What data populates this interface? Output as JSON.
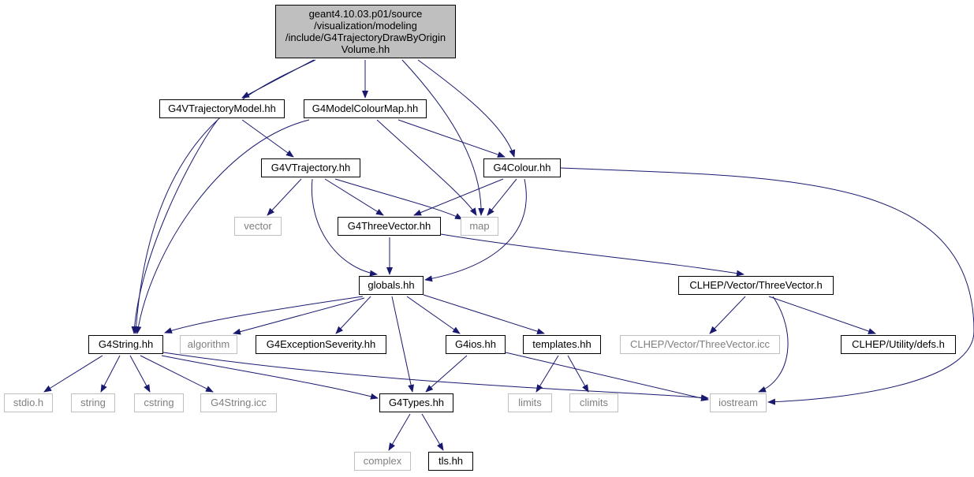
{
  "graph": {
    "edge_color": "#191970",
    "nodes": {
      "root": {
        "lines": [
          "geant4.10.03.p01/source",
          "/visualization/modeling",
          "/include/G4TrajectoryDrawByOrigin",
          "Volume.hh"
        ]
      },
      "g4vtrajmodel": {
        "label": "G4VTrajectoryModel.hh"
      },
      "g4modelcolourmap": {
        "label": "G4ModelColourMap.hh"
      },
      "g4vtrajectory": {
        "label": "G4VTrajectory.hh"
      },
      "g4colour": {
        "label": "G4Colour.hh"
      },
      "vector": {
        "label": "vector"
      },
      "g4threevector": {
        "label": "G4ThreeVector.hh"
      },
      "map": {
        "label": "map"
      },
      "globals": {
        "label": "globals.hh"
      },
      "clhep_threevector": {
        "label": "CLHEP/Vector/ThreeVector.h"
      },
      "g4string": {
        "label": "G4String.hh"
      },
      "algorithm": {
        "label": "algorithm"
      },
      "g4exceptionseverity": {
        "label": "G4ExceptionSeverity.hh"
      },
      "g4ios": {
        "label": "G4ios.hh"
      },
      "templates": {
        "label": "templates.hh"
      },
      "clhep_threevector_icc": {
        "label": "CLHEP/Vector/ThreeVector.icc"
      },
      "clhep_defs": {
        "label": "CLHEP/Utility/defs.h"
      },
      "stdio": {
        "label": "stdio.h"
      },
      "string": {
        "label": "string"
      },
      "cstring": {
        "label": "cstring"
      },
      "g4string_icc": {
        "label": "G4String.icc"
      },
      "g4types": {
        "label": "G4Types.hh"
      },
      "limits": {
        "label": "limits"
      },
      "climits": {
        "label": "climits"
      },
      "iostream": {
        "label": "iostream"
      },
      "complex": {
        "label": "complex"
      },
      "tls": {
        "label": "tls.hh"
      }
    }
  }
}
